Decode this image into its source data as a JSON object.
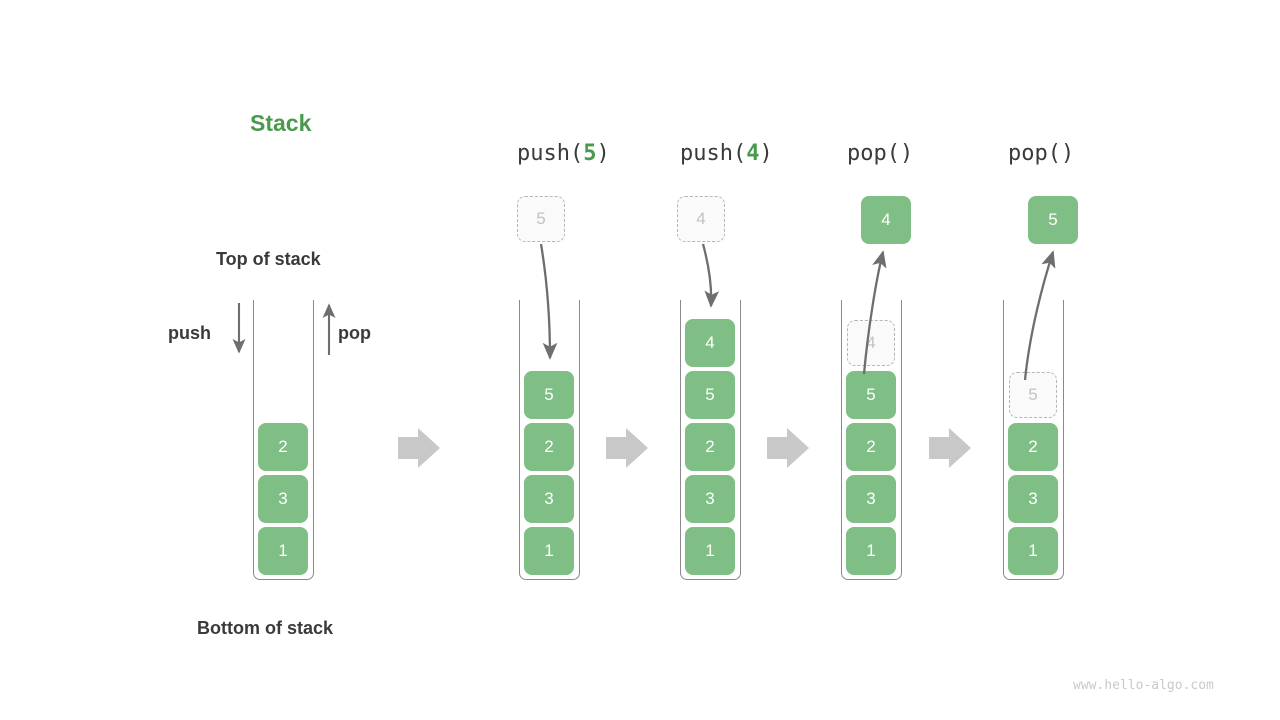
{
  "diagram": {
    "title": "Stack",
    "top_label": "Top of stack",
    "bottom_label": "Bottom of stack",
    "push_label": "push",
    "pop_label": "pop",
    "watermark": "www.hello-algo.com",
    "colors": {
      "element_fill": "#7fbf86",
      "element_text": "#ffffff",
      "ghost_fill": "#fafafa",
      "ghost_border": "#b6b6b6",
      "ghost_text": "#c2c2c2",
      "title_green": "#4a9a4e",
      "text_dark": "#3a3a3a",
      "container_stroke": "#8a8a8a",
      "arrow_gray": "#6e6e6e",
      "step_arrow_gray": "#c8c8c8",
      "watermark_gray": "#c9c9c9"
    }
  },
  "steps": [
    {
      "id": "initial",
      "op_prefix": "",
      "op_arg": "",
      "op_suffix": "",
      "has_op_label": false,
      "stack": [
        "2",
        "3",
        "1"
      ],
      "floating": null,
      "ghost_in_stack": null
    },
    {
      "id": "push-5",
      "op_prefix": "push(",
      "op_arg": "5",
      "op_suffix": ")",
      "has_op_label": true,
      "stack": [
        "5",
        "2",
        "3",
        "1"
      ],
      "floating": {
        "value": "5",
        "kind": "ghost"
      },
      "ghost_in_stack": null
    },
    {
      "id": "push-4",
      "op_prefix": "push(",
      "op_arg": "4",
      "op_suffix": ")",
      "has_op_label": true,
      "stack": [
        "4",
        "5",
        "2",
        "3",
        "1"
      ],
      "floating": {
        "value": "4",
        "kind": "ghost"
      },
      "ghost_in_stack": null
    },
    {
      "id": "pop-1",
      "op_prefix": "pop(",
      "op_arg": "",
      "op_suffix": ")",
      "has_op_label": true,
      "stack": [
        "5",
        "2",
        "3",
        "1"
      ],
      "floating": {
        "value": "4",
        "kind": "solid"
      },
      "ghost_in_stack": {
        "value": "4",
        "position": "top"
      }
    },
    {
      "id": "pop-2",
      "op_prefix": "pop(",
      "op_arg": "",
      "op_suffix": ")",
      "has_op_label": true,
      "stack": [
        "2",
        "3",
        "1"
      ],
      "floating": {
        "value": "5",
        "kind": "solid"
      },
      "ghost_in_stack": {
        "value": "5",
        "position": "top"
      }
    }
  ],
  "step_arrows": [
    {
      "name": "step-arrow-1"
    },
    {
      "name": "step-arrow-2"
    },
    {
      "name": "step-arrow-3"
    },
    {
      "name": "step-arrow-4"
    }
  ]
}
